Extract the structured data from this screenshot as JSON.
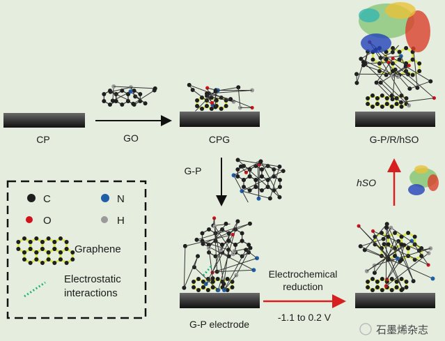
{
  "labels": {
    "cp": "CP",
    "go": "GO",
    "cpg": "CPG",
    "gp": "G-P",
    "gp_electrode": "G-P electrode",
    "reduction_line1": "Electrochemical",
    "reduction_line2": "reduction",
    "potential": "-1.1 to 0.2 V",
    "hso": "hSO",
    "final": "G-P/R/hSO"
  },
  "legend": {
    "c": "C",
    "n": "N",
    "o": "O",
    "h": "H",
    "graphene": "Graphene",
    "electrostatic_line1": "Electrostatic",
    "electrostatic_line2": "interactions"
  },
  "watermark": "石墨烯杂志",
  "colors": {
    "background": "#e5eddf",
    "carbon": "#1e1e1e",
    "nitrogen": "#1f5fa8",
    "oxygen": "#d0121b",
    "hydrogen": "#9a9a9a",
    "graphene": "#d8e84a",
    "electrostatic": "#1fb37a",
    "red_arrow": "#d61f1f"
  }
}
